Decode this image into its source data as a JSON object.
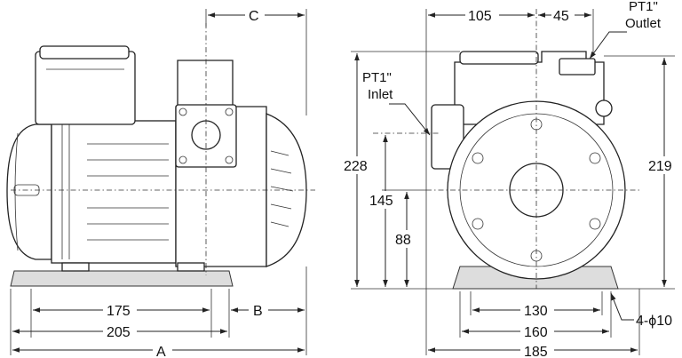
{
  "front_view": {
    "dim_C": "C",
    "dim_175": "175",
    "dim_B": "B",
    "dim_205": "205",
    "dim_A": "A"
  },
  "side_view": {
    "dim_105": "105",
    "dim_45": "45",
    "outlet_line1": "PT1\"",
    "outlet_line2": "Outlet",
    "inlet_line1": "PT1\"",
    "inlet_line2": "Inlet",
    "dim_228": "228",
    "dim_145": "145",
    "dim_88": "88",
    "dim_219": "219",
    "dim_130": "130",
    "dim_160": "160",
    "dim_185": "185",
    "dim_holes": "4-ϕ10"
  }
}
